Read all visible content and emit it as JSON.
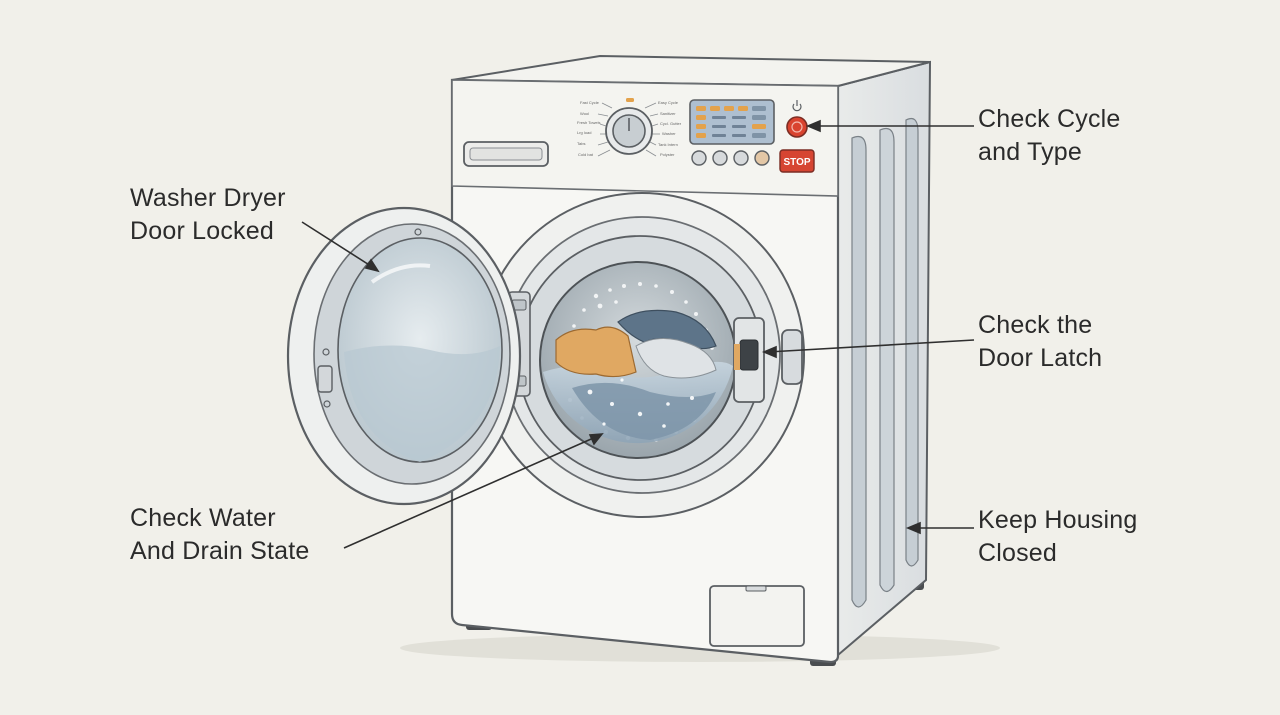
{
  "labels": {
    "door_locked": "Washer Dryer\nDoor Locked",
    "water_drain": "Check Water\nAnd Drain State",
    "cycle_type": "Check Cycle\nand Type",
    "door_latch": "Check the\nDoor Latch",
    "housing": "Keep Housing\nClosed"
  },
  "control_panel": {
    "stop_label": "STOP",
    "dial_labels_left": [
      "Fast Cycle",
      "Wool",
      "Fresh Towels",
      "Lrg load",
      "Tabs",
      "Cold bat"
    ],
    "dial_labels_right": [
      "Easy Cycle",
      "Sanitizer",
      "Cycl. Gutter",
      "Washer",
      "Tank Intern",
      "Polyster"
    ]
  },
  "colors": {
    "background": "#f1f0ea",
    "outline": "#5b5f63",
    "body": "#f7f7f4",
    "glass": "#cfd9df",
    "power_button": "#d9432f",
    "stop_button": "#d64532",
    "display": "#aebfd0",
    "display_led": "#e3a24c",
    "clothes_orange": "#e0a862",
    "clothes_blue": "#5d7489"
  },
  "icons": {
    "power": "power-icon"
  }
}
